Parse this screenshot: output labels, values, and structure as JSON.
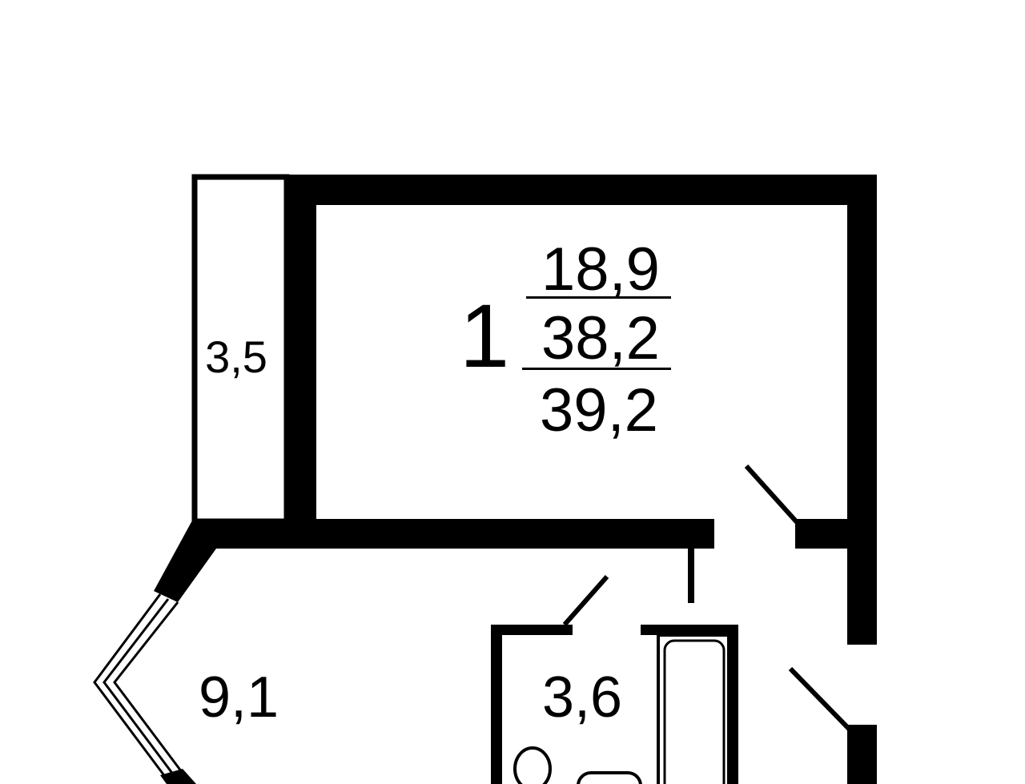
{
  "plan": {
    "room_count": "1",
    "living_area": "18,9",
    "living_total_area": "38,2",
    "total_area_with_balcony": "39,2",
    "balcony_area": "3,5",
    "kitchen_area": "9,1",
    "bathroom_area": "3,6"
  },
  "colors": {
    "wall": "#000000",
    "background": "#ffffff"
  }
}
